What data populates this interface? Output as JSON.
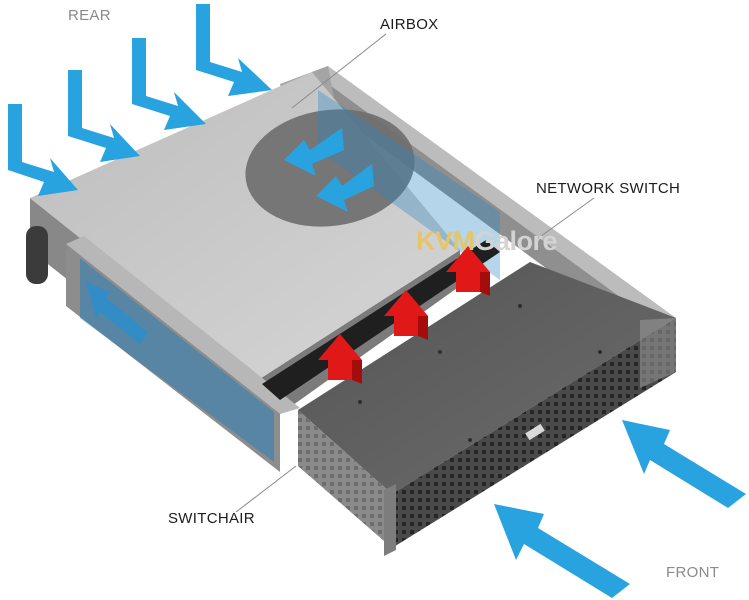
{
  "labels": {
    "rear": "REAR",
    "front": "FRONT",
    "airbox": "AIRBOX",
    "network_switch": "NETWORK SWITCH",
    "switchair": "SWITCHAIR"
  },
  "watermark": {
    "part1": "KVM",
    "part2": "Galore"
  },
  "colors": {
    "intake_arrow": "#29a3e0",
    "exhaust_arrow": "#e01818",
    "airbox_top": "#c9c9c9",
    "switchair_body": "#5a5a5a",
    "rail": "#a7a7a7",
    "watermark_part1": "#e5c46a",
    "watermark_part2": "#d3d3d3"
  },
  "icons": {
    "intake": "blue-airflow-arrow",
    "exhaust": "red-airflow-arrow",
    "badge": "vertiv-logo-icon"
  }
}
